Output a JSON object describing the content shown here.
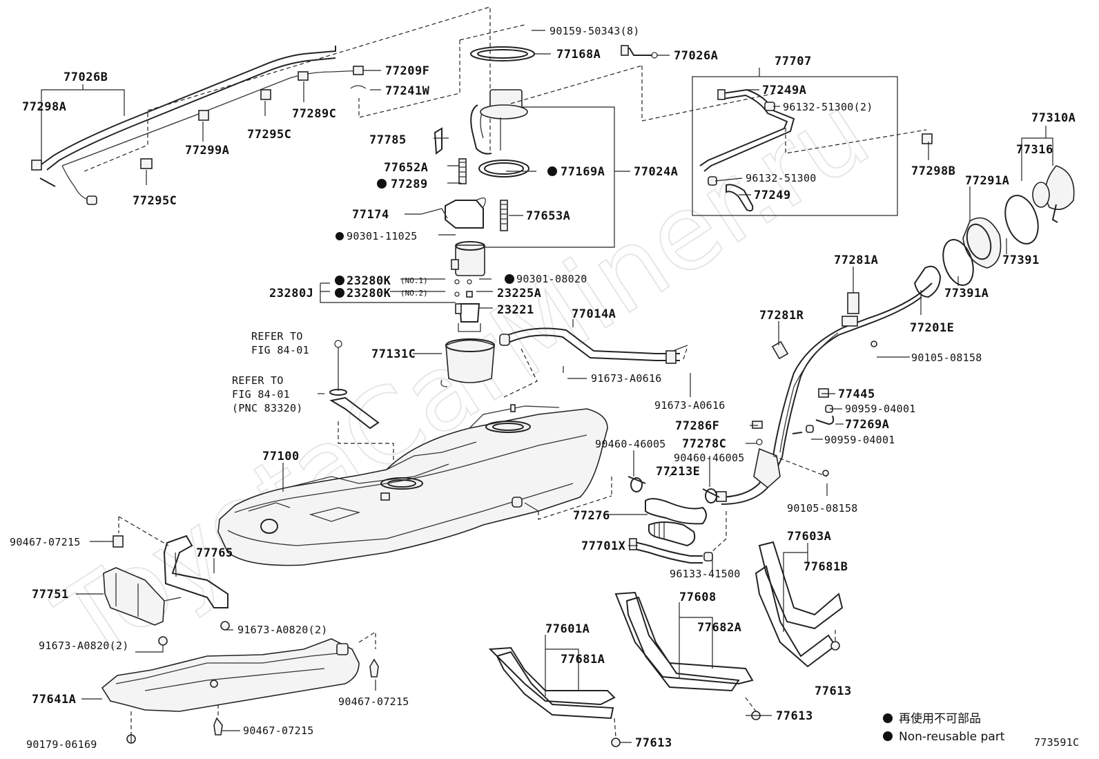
{
  "watermark": "ToyotaCarMiner.ru",
  "diagram_code": "773591C",
  "legend": {
    "jp": "再使用不可部品",
    "en": "Non-reusable part"
  },
  "labels": {
    "p77026B": "77026B",
    "p77298A": "77298A",
    "p77299A": "77299A",
    "p77295C_a": "77295C",
    "p77295C_b": "77295C",
    "p77289C": "77289C",
    "p77209F": "77209F",
    "p77241W": "77241W",
    "p90159": "90159-50343(8)",
    "p77168A": "77168A",
    "p77026A": "77026A",
    "p77707": "77707",
    "p77249A": "77249A",
    "p96132_2": "96132-51300(2)",
    "p96132": "96132-51300",
    "p77249": "77249",
    "p77298B": "77298B",
    "p77310A": "77310A",
    "p77316": "77316",
    "p77291A": "77291A",
    "p77391": "77391",
    "p77391A": "77391A",
    "p77785": "77785",
    "p77652A": "77652A",
    "p77289": "77289",
    "p77169A": "77169A",
    "p77024A": "77024A",
    "p77174": "77174",
    "p77653A": "77653A",
    "p90301_11025": "90301-11025",
    "p23280K1": "23280K",
    "p23280K1_note": "(NO.1)",
    "p90301_08020": "90301-08020",
    "p23280J": "23280J",
    "p23280K2": "23280K",
    "p23280K2_note": "(NO.2)",
    "p23225A": "23225A",
    "p23221": "23221",
    "p77014A": "77014A",
    "p77281A": "77281A",
    "p77281R": "77281R",
    "p77201E": "77201E",
    "p90105_a": "90105-08158",
    "refer1_a": "REFER TO",
    "refer1_b": "FIG 84-01",
    "p77131C": "77131C",
    "refer2_a": "REFER TO",
    "refer2_b": "FIG 84-01",
    "refer2_c": "(PNC 83320)",
    "p91673_a": "91673-A0616",
    "p91673_b": "91673-A0616",
    "p77445": "77445",
    "p90959_a": "90959-04001",
    "p77286F": "77286F",
    "p77269A": "77269A",
    "p90460_a": "90460-46005",
    "p77278C": "77278C",
    "p90959_b": "90959-04001",
    "p90460_b": "90460-46005",
    "p77213E": "77213E",
    "p77100": "77100",
    "p90105_b": "90105-08158",
    "p77276": "77276",
    "p77701X": "77701X",
    "p96133": "96133-41500",
    "p77603A": "77603A",
    "p77681B": "77681B",
    "p90467_a": "90467-07215",
    "p77765": "77765",
    "p77751": "77751",
    "p91673_c": "91673-A0820(2)",
    "p91673_d": "91673-A0820(2)",
    "p77608": "77608",
    "p77682A": "77682A",
    "p77601A": "77601A",
    "p77681A": "77681A",
    "p77641A": "77641A",
    "p90467_b": "90467-07215",
    "p77613_a": "77613",
    "p77613_b": "77613",
    "p90179": "90179-06169",
    "p90467_c": "90467-07215",
    "p77613_c": "77613"
  }
}
